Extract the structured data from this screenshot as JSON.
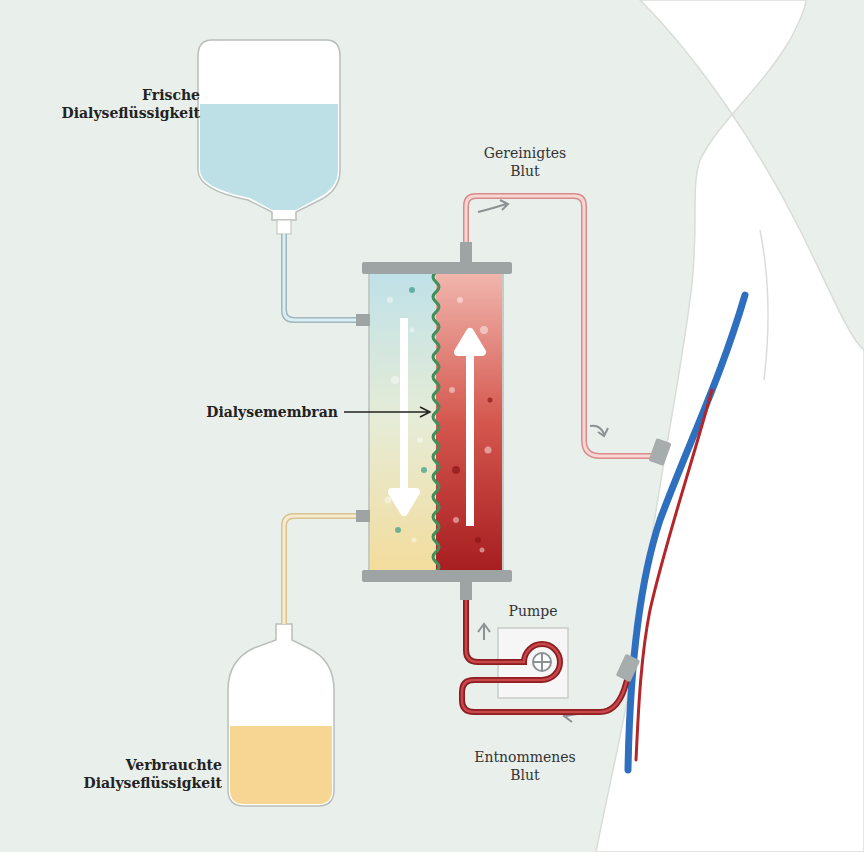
{
  "diagram": {
    "nodes": [
      {
        "text": [
          "Pumpe"
        ]
      }
    ],
    "labels": [
      "Frische Dialyseflüssigkeit",
      "Gereinigtes Blut",
      "Dialysemembran",
      "Verbrauchte Dialyseflüssigkeit",
      "Entnommenes Blut"
    ]
  }
}
